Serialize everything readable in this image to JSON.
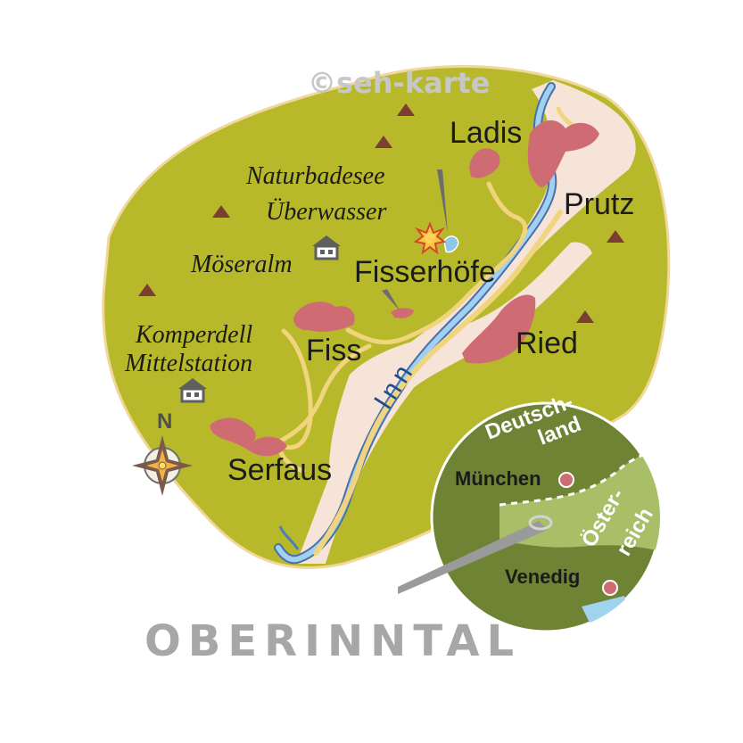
{
  "copyright": "©seh-karte",
  "title": "OBERINNTAL",
  "colors": {
    "land": "#b7b92b",
    "valley": "#f6e4d8",
    "river": "#8ec7e7",
    "town": "#cf6c73",
    "inset": "#6f8334",
    "austria": "#a8bf67",
    "mountain": "#7a3e32"
  },
  "towns": [
    {
      "name": "Ladis"
    },
    {
      "name": "Prutz"
    },
    {
      "name": "Fisserhöfe"
    },
    {
      "name": "Fiss"
    },
    {
      "name": "Ried"
    },
    {
      "name": "Serfaus"
    }
  ],
  "places": {
    "lake_line1": "Naturbadesee",
    "lake_line2": "Überwasser",
    "alm": "Möseralm",
    "station_line1": "Komperdell",
    "station_line2": "Mittelstation"
  },
  "river_name": "Inn",
  "compass": "N",
  "inset": {
    "country_de_1": "Deutsch-",
    "country_de_2": "land",
    "country_at_1": "Öster-",
    "country_at_2": "reich",
    "city_1": "München",
    "city_2": "Venedig"
  },
  "icons": {
    "alm_icon": "hut-icon",
    "station_icon": "hut-icon",
    "lake_icon": "sun-burst-icon",
    "compass_icon": "compass-rose-icon",
    "mountain_icon": "mountain-peak-icon"
  }
}
